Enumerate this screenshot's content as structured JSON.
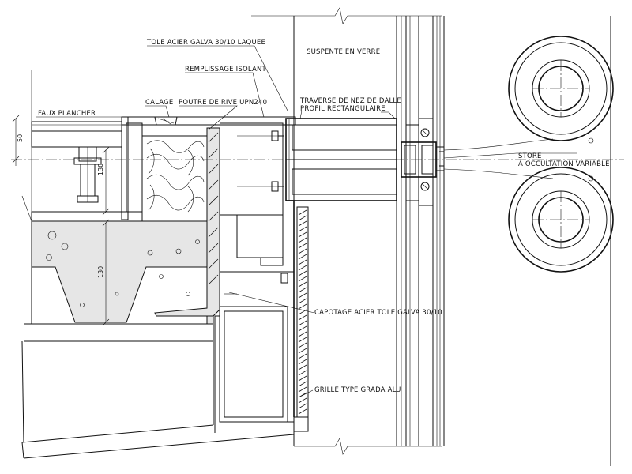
{
  "labels": {
    "tole": "TOLE ACIER GALVA 30/10 LAQUEE",
    "remplissage": "REMPLISSAGE ISOLANT",
    "faux_plancher": "FAUX PLANCHER",
    "calage": "CALAGE",
    "poutre": "POUTRE DE RIVE UPN240",
    "suspente": "SUSPENTE EN VERRE",
    "traverse_1": "TRAVERSE DE NEZ DE DALLE",
    "traverse_2": "PROFIL RECTANGULAIRE",
    "store_1": "STORE",
    "store_2": "À OCCULTATION VARIABLE",
    "capotage": "CAPOTAGE ACIER TOLE GALVA 30/10",
    "grille": "GRILLE TYPE GRADA ALU"
  },
  "dimensions": {
    "d50": "50",
    "d130_top": "130",
    "d130_bottom": "130"
  }
}
